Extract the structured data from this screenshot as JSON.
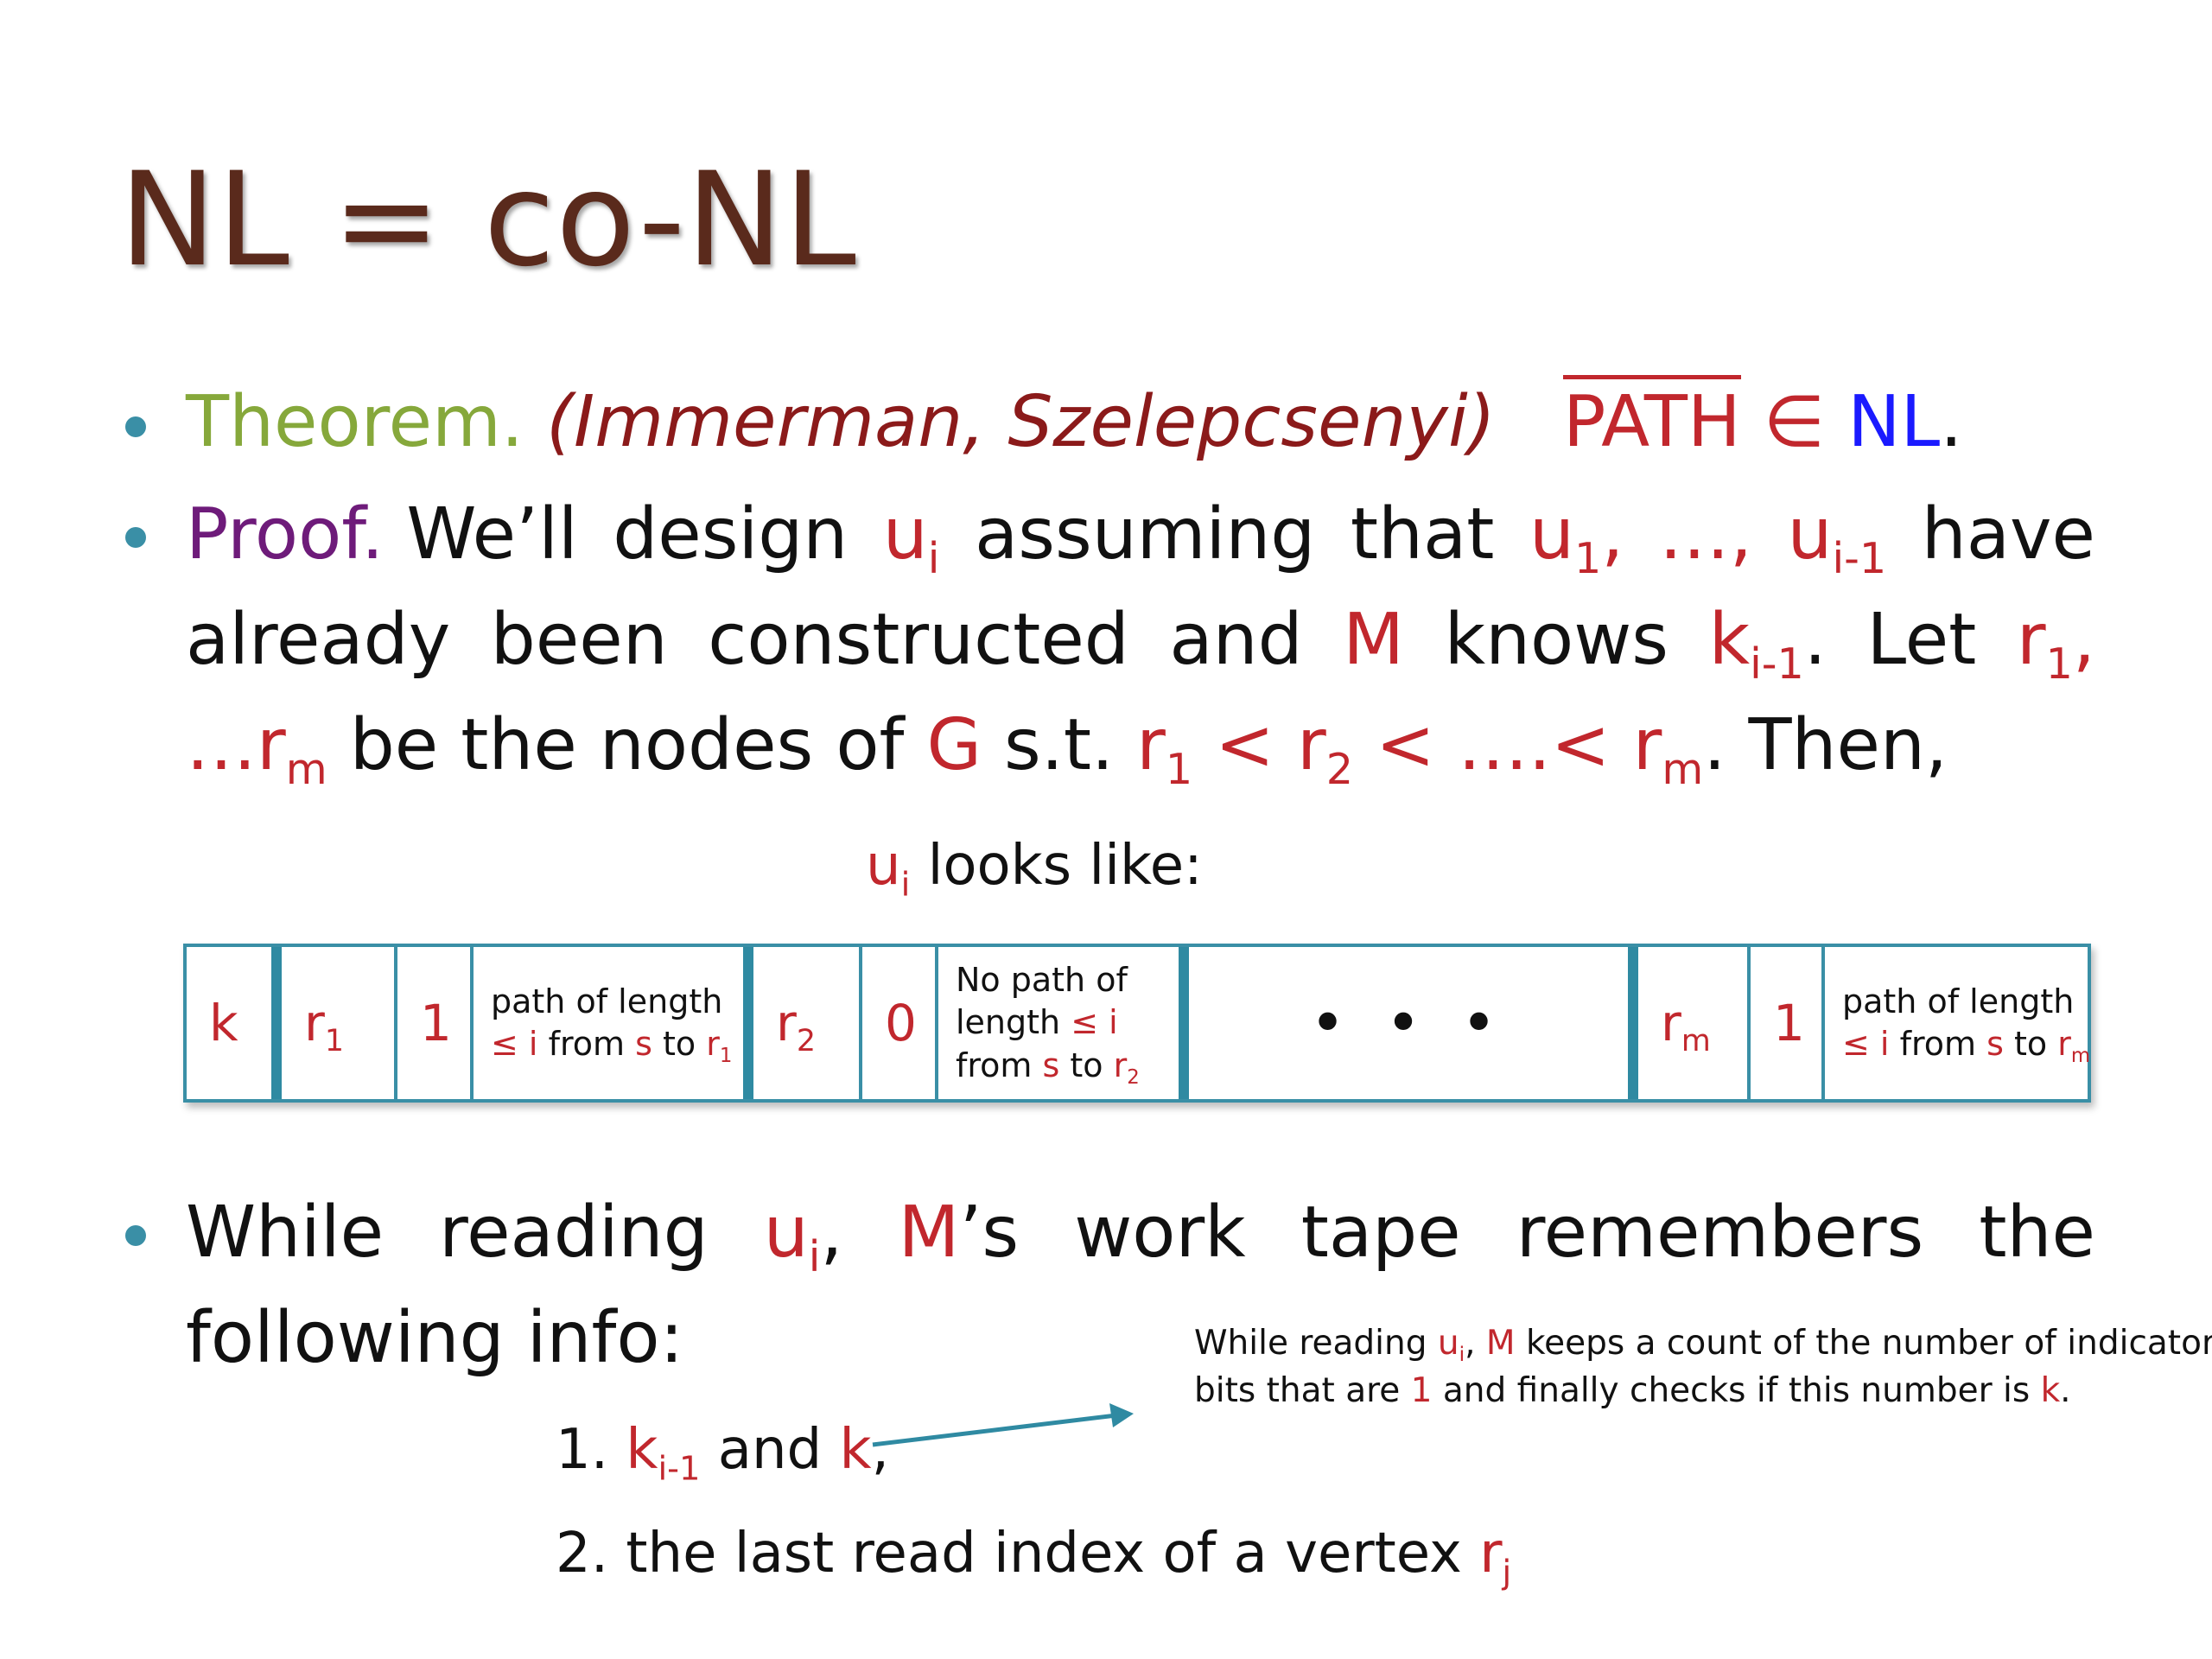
{
  "title": "NL = co-NL",
  "theorem": {
    "label": "Theorem.",
    "attribution": "(Immerman, Szelepcsenyi)",
    "path": "PATH",
    "in": "∈",
    "nl": "NL",
    "end": "."
  },
  "proof": {
    "label": "Proof.",
    "line1": [
      "We’ll",
      "design",
      "u",
      "assuming",
      "that",
      "u",
      "…,",
      "u",
      "have"
    ],
    "line2": [
      "already",
      "been",
      "constructed",
      "and",
      "M",
      "knows",
      "k",
      "Let",
      "r"
    ],
    "line3_text": {
      "a": "…r",
      "b": " be the nodes of ",
      "g": "G",
      "c": " s.t. ",
      "d": "r",
      "e": " < r",
      "f": " < ….< r",
      "h": ". Then,"
    },
    "subs": {
      "i": "i",
      "one": "1",
      "i_minus_1": "i-1",
      "m": "m",
      "two": "2"
    }
  },
  "ui_looks_like": {
    "u": "u",
    "sub": "i",
    "text": " looks like:"
  },
  "tape": {
    "cells": [
      {
        "text": "k"
      },
      {
        "text": "r",
        "sub": "1"
      },
      {
        "text": "1"
      },
      {
        "lines": [
          "path of length",
          "≤ i from s to r"
        ],
        "sub": "1"
      },
      {
        "text": "r",
        "sub": "2"
      },
      {
        "text": "0"
      },
      {
        "lines": [
          "No path of",
          "length ≤ i",
          "from s to r"
        ],
        "sub": "2"
      },
      {
        "text": "• • •"
      },
      {
        "text": "r",
        "sub": "m"
      },
      {
        "text": "1"
      },
      {
        "lines": [
          "path of length",
          "≤ i from s to r"
        ],
        "sub": "m"
      }
    ]
  },
  "while": {
    "line1": [
      "While",
      "reading",
      "u",
      "M",
      "work",
      "tape",
      "remembers",
      "the"
    ],
    "line2": "following info:",
    "list": {
      "item1": {
        "num": "1.",
        "k": "k",
        "sub": "i-1",
        "and": " and ",
        "k2": "k",
        "end": ","
      },
      "item2": {
        "num": "2.",
        "text": " the last read index of a vertex ",
        "r": "r",
        "sub": "j"
      }
    }
  },
  "note": {
    "line1": {
      "a": "While reading ",
      "u": "u",
      "sub": "i",
      "b": ", ",
      "m": "M",
      "c": " keeps a count of the number of indicator"
    },
    "line2": {
      "a": "bits that are ",
      "one": "1",
      "b": " and finally checks if this number is ",
      "k": "k",
      "c": "."
    }
  },
  "colors": {
    "accent": "#c1272d",
    "bullet": "#3a8fa6",
    "title": "#5a2a1c",
    "theorem": "#86a83b",
    "proof": "#6e1b7a",
    "nl": "#1a1aff"
  }
}
